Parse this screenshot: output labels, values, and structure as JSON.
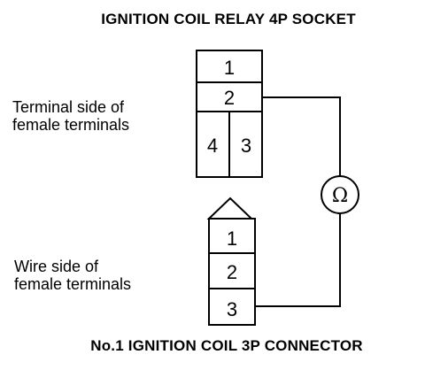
{
  "titles": {
    "top": "IGNITION COIL RELAY 4P SOCKET",
    "bottom": "No.1 IGNITION COIL 3P CONNECTOR"
  },
  "labels": {
    "top_line1": "Terminal side of",
    "top_line2": "female terminals",
    "bottom_line1": "Wire side of",
    "bottom_line2": "female terminals"
  },
  "relay_socket": {
    "terminals": [
      "1",
      "2",
      "4",
      "3"
    ]
  },
  "coil_connector": {
    "terminals": [
      "1",
      "2",
      "3"
    ]
  },
  "meter": {
    "symbol": "Ω",
    "icon": "ohmmeter-icon"
  }
}
